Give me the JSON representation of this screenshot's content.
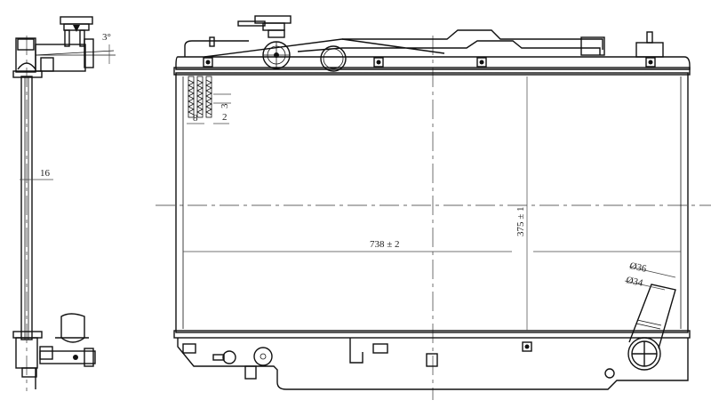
{
  "drawing": {
    "subject": "Radiator technical drawing",
    "views": [
      "side-view",
      "front-view"
    ],
    "dimensions": {
      "width": "738 ± 2",
      "height": "375 ± 1",
      "core_thickness": "16",
      "fin_pitch": "8",
      "tube_gap": "2",
      "fin_height": "3",
      "cap_angle": "3°",
      "outlet_outer_diameter": "Ø36",
      "outlet_inner_diameter": "Ø34"
    },
    "colors": {
      "line": "#111111",
      "background": "#ffffff"
    }
  }
}
